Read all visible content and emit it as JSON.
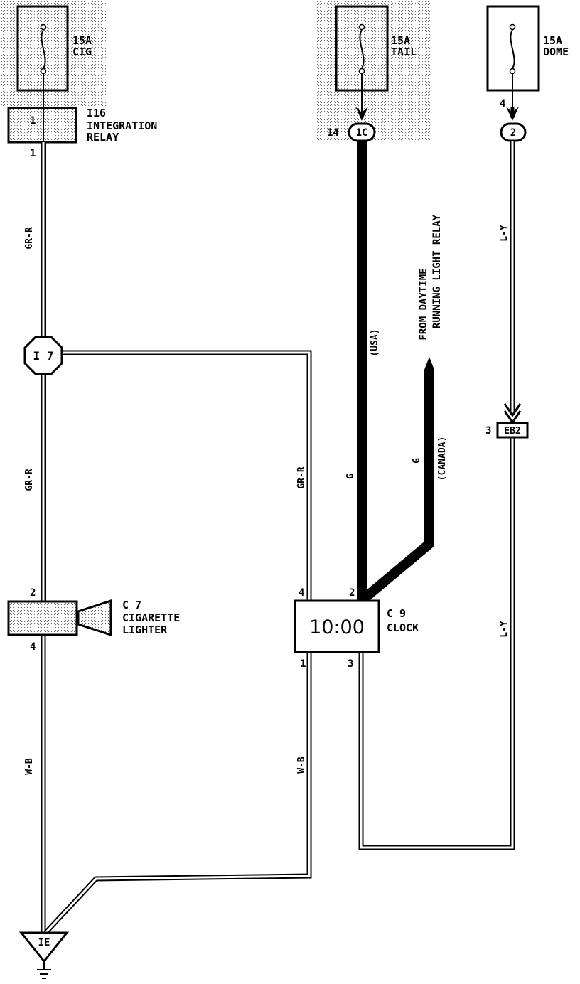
{
  "fuses": {
    "cig": {
      "amp": "15A",
      "name": "CIG"
    },
    "tail": {
      "amp": "15A",
      "name": "TAIL"
    },
    "dome": {
      "amp": "15A",
      "name": "DOME"
    }
  },
  "connectors": {
    "i16": {
      "pin": "1",
      "code": "I16",
      "name_line1": "INTEGRATION",
      "name_line2": "RELAY",
      "out_pin": "1"
    },
    "i7": {
      "code": "I 7"
    },
    "tail_junction": {
      "pin": "14",
      "code": "1C"
    },
    "dome_junction": {
      "pin": "4",
      "code": "2"
    },
    "eb2": {
      "pin": "3",
      "code": "EB2"
    },
    "c7": {
      "code": "C 7",
      "name_line1": "CIGARETTE",
      "name_line2": "LIGHTER",
      "pin_top": "2",
      "pin_bottom": "4"
    },
    "c9": {
      "code": "C 9",
      "name": "CLOCK",
      "display": "10:00",
      "pin_left": "4",
      "pin_top": "2",
      "pin_bottom_left": "1",
      "pin_bottom": "3"
    },
    "ground": {
      "code": "IE"
    }
  },
  "wires": {
    "gr_r_1": "GR-R",
    "gr_r_2": "GR-R",
    "gr_r_3": "GR-R",
    "g_usa": "G",
    "usa": "(USA)",
    "g_canada": "G",
    "canada": "(CANADA)",
    "drl_line1": "FROM DAYTIME",
    "drl_line2": "RUNNING LIGHT RELAY",
    "l_y_1": "L-Y",
    "l_y_2": "L-Y",
    "w_b_1": "W-B",
    "w_b_2": "W-B"
  }
}
